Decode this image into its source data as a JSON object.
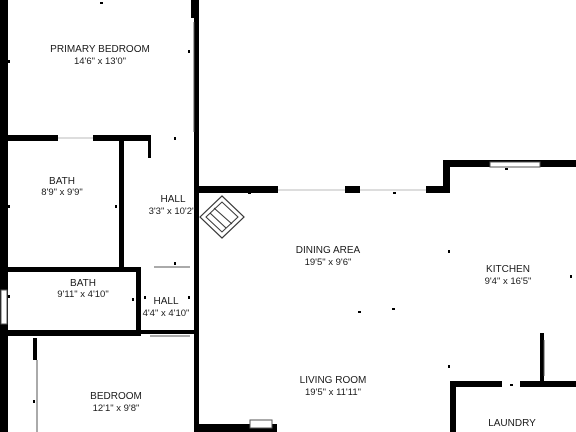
{
  "rooms": [
    {
      "id": "primary-bedroom",
      "name": "PRIMARY BEDROOM",
      "dim": "14'6\" x 13'0\""
    },
    {
      "id": "bath-1",
      "name": "BATH",
      "dim": "8'9\" x 9'9\""
    },
    {
      "id": "hall-1",
      "name": "HALL",
      "dim": "3'3\" x 10'2\""
    },
    {
      "id": "bath-2",
      "name": "BATH",
      "dim": "9'11\" x 4'10\""
    },
    {
      "id": "hall-2",
      "name": "HALL",
      "dim": "4'4\" x 4'10\""
    },
    {
      "id": "bedroom",
      "name": "BEDROOM",
      "dim": "12'1\" x 9'8\""
    },
    {
      "id": "dining-area",
      "name": "DINING AREA",
      "dim": "19'5\" x 9'6\""
    },
    {
      "id": "living-room",
      "name": "LIVING ROOM",
      "dim": "19'5\" x 11'11\""
    },
    {
      "id": "kitchen",
      "name": "KITCHEN",
      "dim": "9'4\" x 16'5\""
    },
    {
      "id": "laundry",
      "name": "LAUNDRY",
      "dim": ""
    }
  ],
  "colors": {
    "wall": "#000000",
    "text": "#1a1a1a",
    "background": "#ffffff"
  }
}
